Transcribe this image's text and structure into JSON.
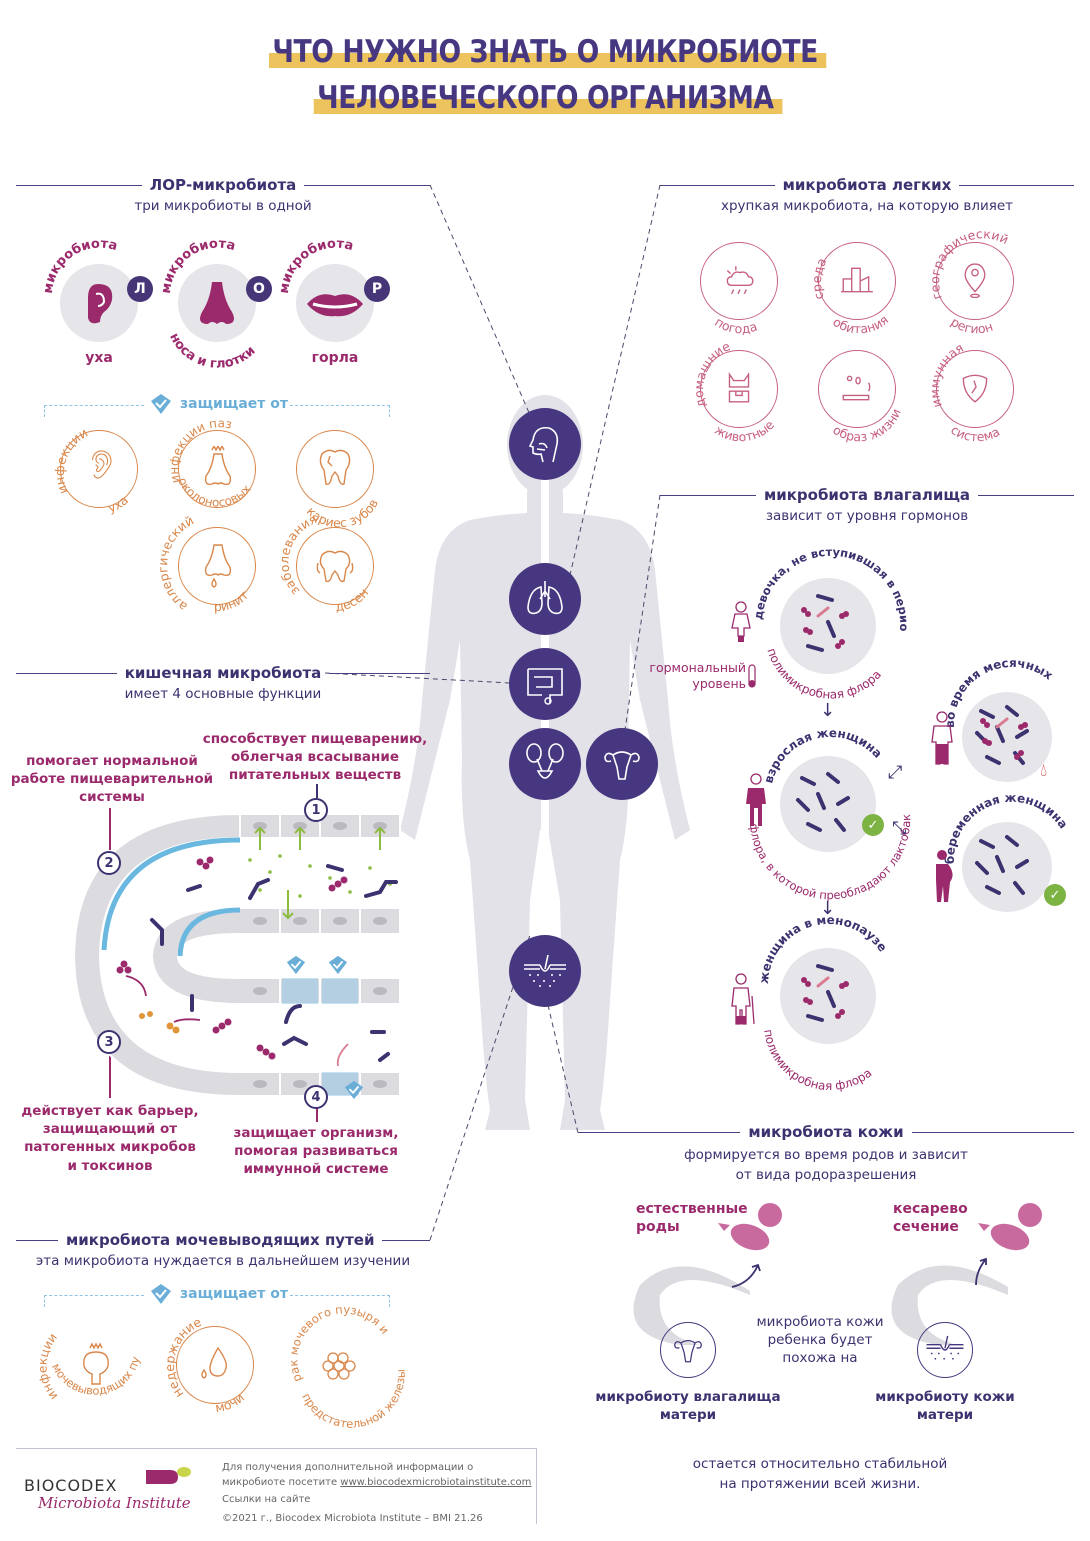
{
  "title": {
    "line1": "ЧТО НУЖНО ЗНАТЬ О МИКРОБИОТЕ",
    "line2": "ЧЕЛОВЕЧЕСКОГО ОРГАНИЗМА"
  },
  "colors": {
    "primary_purple": "#473780",
    "highlight_yellow": "#ecc35d",
    "magenta": "#9b2a6c",
    "orange": "#d9874a",
    "rose": "#c6607f",
    "light_blue": "#6aaed8",
    "body_gray": "#e3e2e8",
    "check_green": "#7cb342"
  },
  "lor": {
    "heading": "ЛОР-микробиота",
    "subheading": "три микробиоты в одной",
    "items": [
      {
        "top": "микробиота",
        "bottom": "уха",
        "letter": "Л",
        "icon": "ear-icon"
      },
      {
        "top": "микробиота",
        "bottom": "носа и глотки",
        "letter": "О",
        "icon": "nose-icon"
      },
      {
        "top": "микробиота",
        "bottom": "горла",
        "letter": "Р",
        "icon": "lips-icon"
      }
    ],
    "protects_label": "защищает от",
    "protects": [
      {
        "text1": "инфекции",
        "text2": "уха",
        "icon": "ear-infection-icon"
      },
      {
        "text1": "инфекции пазух",
        "text2": "околоносовых",
        "icon": "sinus-icon"
      },
      {
        "text1": "кариес зубов",
        "text2": "",
        "icon": "tooth-decay-icon"
      },
      {
        "text1": "аллергический",
        "text2": "ринит",
        "icon": "runny-nose-icon"
      },
      {
        "text1": "заболевания",
        "text2": "десен",
        "icon": "gum-disease-icon"
      }
    ]
  },
  "lungs": {
    "heading": "микробиота легких",
    "subheading": "хрупкая микробиота, на которую влияет",
    "factors": [
      {
        "text1": "",
        "text2": "погода",
        "icon": "weather-icon"
      },
      {
        "text1": "среда",
        "text2": "обитания",
        "icon": "city-icon"
      },
      {
        "text1": "географический",
        "text2": "регион",
        "icon": "location-pin-icon"
      },
      {
        "text1": "домашние",
        "text2": "животные",
        "icon": "pet-cat-icon"
      },
      {
        "text1": "",
        "text2": "образ жизни",
        "icon": "lifestyle-cigarette-icon"
      },
      {
        "text1": "иммунная",
        "text2": "система",
        "icon": "immune-shield-icon"
      }
    ]
  },
  "vagina": {
    "heading": "микробиота влагалища",
    "subheading": "зависит от уровня гормонов",
    "hormone_label_1": "гормональный",
    "hormone_label_2": "уровень",
    "stages": [
      {
        "top": "девочка, не вступившая в период полового созревания",
        "bottom": "полимикробная флора"
      },
      {
        "top": "взрослая женщина",
        "bottom": "флора, в которой преобладают лактобактерии"
      },
      {
        "top": "во время месячных",
        "bottom": ""
      },
      {
        "top": "беременная женщина",
        "bottom": ""
      },
      {
        "top": "женщина в менопаузе",
        "bottom": "полимикробная флора"
      }
    ]
  },
  "gut": {
    "heading": "кишечная микробиота",
    "subheading": "имеет 4 основные функции",
    "functions": [
      {
        "num": "1",
        "text": "способствует пищеварению, облегчая всасывание питательных веществ"
      },
      {
        "num": "2",
        "text": "помогает нормальной работе пищеварительной системы"
      },
      {
        "num": "3",
        "text": "действует как барьер, защищающий от патогенных микробов и токсинов"
      },
      {
        "num": "4",
        "text": "защищает организм, помогая развиваться иммунной системе"
      }
    ]
  },
  "urinary": {
    "heading": "микробиота мочевыводящих путей",
    "subheading": "эта микробиота нуждается в дальнейшем изучении",
    "protects_label": "защищает от",
    "protects": [
      {
        "text1": "инфекции",
        "text2": "мочевыводящих путей",
        "icon": "bladder-infection-icon"
      },
      {
        "text1": "недержание",
        "text2": "мочи",
        "icon": "drop-icon"
      },
      {
        "text1": "рак мочевого пузыря и",
        "text2": "предстательной железы",
        "icon": "cancer-cells-icon"
      }
    ]
  },
  "skin": {
    "heading": "микробиота кожи",
    "subheading_1": "формируется во время родов и зависит",
    "subheading_2": "от вида родоразрешения",
    "natural_birth": "естественные роды",
    "c_section": "кесарево сечение",
    "middle_1": "микробиота кожи",
    "middle_2": "ребенка будет",
    "middle_3": "похожа на",
    "left_result_1": "микробиоту влагалища",
    "left_result_2": "матери",
    "right_result_1": "микробиоту кожи",
    "right_result_2": "матери",
    "stable_1": "остается относительно стабильной",
    "stable_2": "на протяжении всей жизни."
  },
  "footer": {
    "logo_top": "BIOCODEX",
    "logo_bottom": "Microbiota Institute",
    "info_1": "Для получения дополнительной информации о",
    "info_2": "микробиоте посетите",
    "link": "www.biocodexmicrobiotainstitute.com",
    "links_label": "Ссылки на сайте",
    "copyright": "©2021 г., Biocodex Microbiota Institute  –  BMI 21.26"
  }
}
